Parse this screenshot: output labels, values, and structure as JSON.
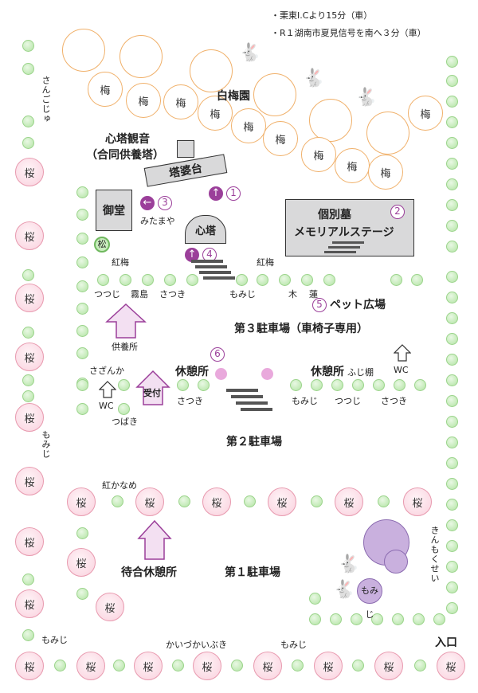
{
  "access": {
    "line1": "・栗東I.Cより15分（車）",
    "line2": "・R１湖南市夏見信号を南へ３分（車）"
  },
  "areas": {
    "hakubaien": "白梅園",
    "shintou_kannon_1": "心塔観音",
    "shintou_kannon_2": "（合同供養塔）",
    "toubadai": "塔婆台",
    "midou": "御堂",
    "mitamaya": "みたまや",
    "shintou": "心塔",
    "kobetsu_1": "個別墓",
    "kobetsu_2": "メモリアルステージ",
    "pet_hiroba": "ペット広場",
    "parking3": "第３駐車場（車椅子専用）",
    "kuyousho": "供養所",
    "kyukeisho_left": "休憩所",
    "kyukeisho_right": "休憩所",
    "uketsuke": "受付",
    "wc_left": "WC",
    "wc_right": "WC",
    "parking2": "第２駐車場",
    "machiai": "待合休憩所",
    "parking1": "第１駐車場",
    "entrance": "入口"
  },
  "plants": {
    "matsu": "松",
    "koubai_left": "紅梅",
    "koubai_right": "紅梅",
    "tsutsuji_1": "つつじ",
    "kirishima": "霧島",
    "satsuki_1": "さつき",
    "momiji_1": "もみじ",
    "moku": "木",
    "hasu": "蓮",
    "sazanka": "さざんか",
    "tsubaki": "つばき",
    "satsuki_2": "さつき",
    "fujidana": "ふじ棚",
    "momiji_2": "もみじ",
    "tsutsuji_2": "つつじ",
    "satsuki_3": "さつき",
    "benikaname": "紅かなめ",
    "momiji_side": "もみじ",
    "kinmokusei": "きんもくせい",
    "momiji_circle": "もみじ",
    "momiji_bottom_left": "もみじ",
    "kaizukaibuki": "かいづかいぶき",
    "momiji_bottom_mid": "もみじ",
    "sangoju": "さんごじゅ",
    "sakura": "桜",
    "ume": "梅"
  },
  "markers": {
    "m1": "1",
    "m2": "2",
    "m3": "3",
    "m4": "4",
    "m5": "5",
    "m6": "6"
  },
  "colors": {
    "shrub": "#c8ecbd",
    "sakura_border": "#e89aaf",
    "ume_border": "#f0b06a",
    "marker": "#9b3f9a",
    "building": "#d9d9da",
    "arrow": "#f3e0f2"
  }
}
